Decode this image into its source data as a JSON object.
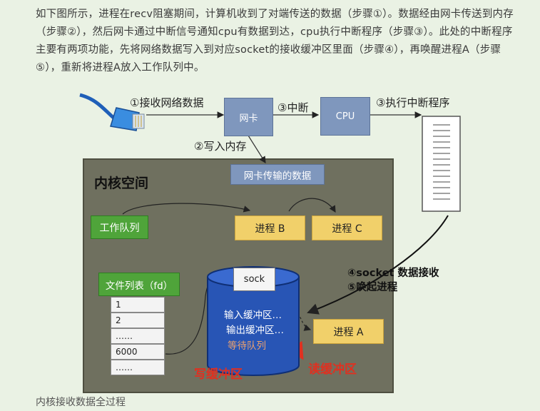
{
  "intro_text": "如下图所示，进程在recv阻塞期间，计算机收到了对端传送的数据（步骤①）。数据经由网卡传送到内存（步骤②），然后网卡通过中断信号通知cpu有数据到达，cpu执行中断程序（步骤③）。此处的中断程序主要有两项功能，先将网络数据写入到对应socket的接收缓冲区里面（步骤④），再唤醒进程A（步骤⑤），重新将进程A放入工作队列中。",
  "diagram": {
    "step1_label": "①接收网络数据",
    "nic_label": "网卡",
    "step3a_label": "③中断",
    "cpu_label": "CPU",
    "step3b_label": "③执行中断程序",
    "step2_label": "②写入内存",
    "nic_data_label": "网卡传输的数据",
    "kernel_title": "内核空间",
    "work_queue_label": "工作队列",
    "process_b_label": "进程 B",
    "process_c_label": "进程 C",
    "fd_table_label": "文件列表（fd）",
    "fd_rows": [
      "1",
      "2",
      "……",
      "6000",
      "……"
    ],
    "sock_label": "sock",
    "input_buffer_label": "输入缓冲区…",
    "output_buffer_label": "输出缓冲区…",
    "wait_queue_label": "等待队列",
    "process_a_label": "进程 A",
    "step4_label": "④socket 数据接收",
    "step5_label": "⑤唤起进程",
    "write_buffer_label": "写缓冲区",
    "read_buffer_label": "读缓冲区"
  },
  "caption": "内核接收数据全过程"
}
